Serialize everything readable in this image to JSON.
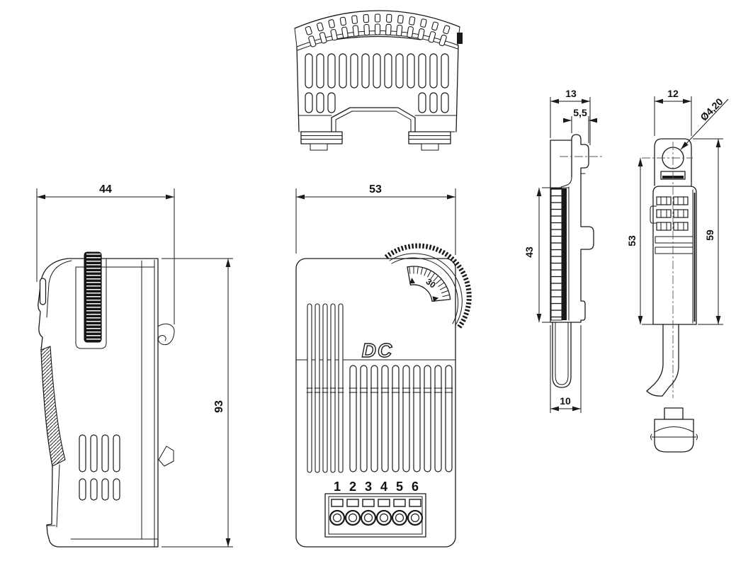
{
  "colors": {
    "ink": "#1a1a1a",
    "background": "#ffffff"
  },
  "views": {
    "left_side": {
      "dim_width": "44",
      "dim_height": "93"
    },
    "front": {
      "dim_width": "53",
      "logo": "DC",
      "dial_scale_value": "30",
      "terminal_labels": [
        "1",
        "2",
        "3",
        "4",
        "5",
        "6"
      ]
    },
    "din_clip": {
      "dim_top_width": "13",
      "dim_hook_width": "5,5",
      "dim_body_height": "43",
      "dim_foot_width": "10"
    },
    "rear_bracket": {
      "dim_tab_width": "12",
      "dim_hole_diameter": "Ø4,20",
      "dim_hole_to_base": "53",
      "dim_overall_height": "59"
    }
  }
}
